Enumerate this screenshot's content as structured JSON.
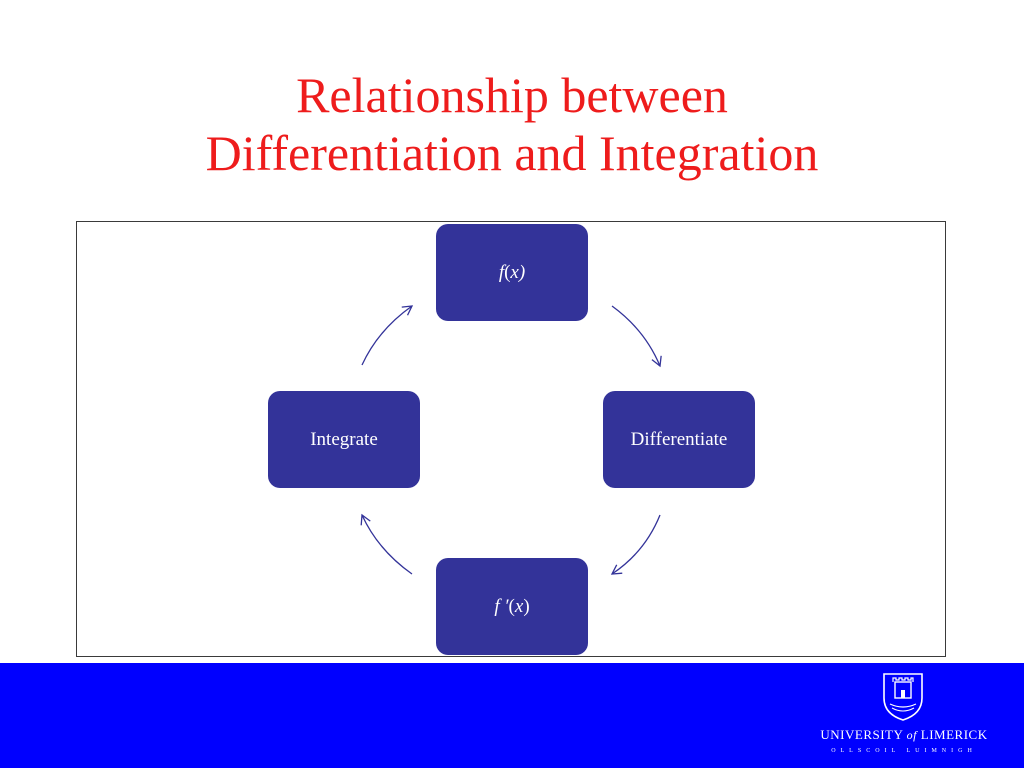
{
  "slide": {
    "title_line1": "Relationship between",
    "title_line2": "Differentiation and Integration"
  },
  "diagram": {
    "nodes": {
      "top": {
        "prefix": "",
        "func": "f",
        "mid": "(",
        "var": "x",
        "suffix": ")"
      },
      "right": {
        "label": "Differentiate"
      },
      "bottom": {
        "prefix": "",
        "func": "f ′",
        "mid": "(",
        "var": "x",
        "suffix": ")"
      },
      "left": {
        "label": "Integrate"
      }
    },
    "colors": {
      "node_fill": "#333399",
      "node_text": "#ffffff",
      "arrow": "#333399"
    }
  },
  "footer": {
    "background": "#0000ff",
    "logo": {
      "word_university": "UNIVERSITY",
      "word_of": "of",
      "word_limerick": "LIMERICK",
      "subtitle": "OLLSCOIL LUIMNIGH",
      "crest_icon": "university-crest-icon"
    }
  }
}
